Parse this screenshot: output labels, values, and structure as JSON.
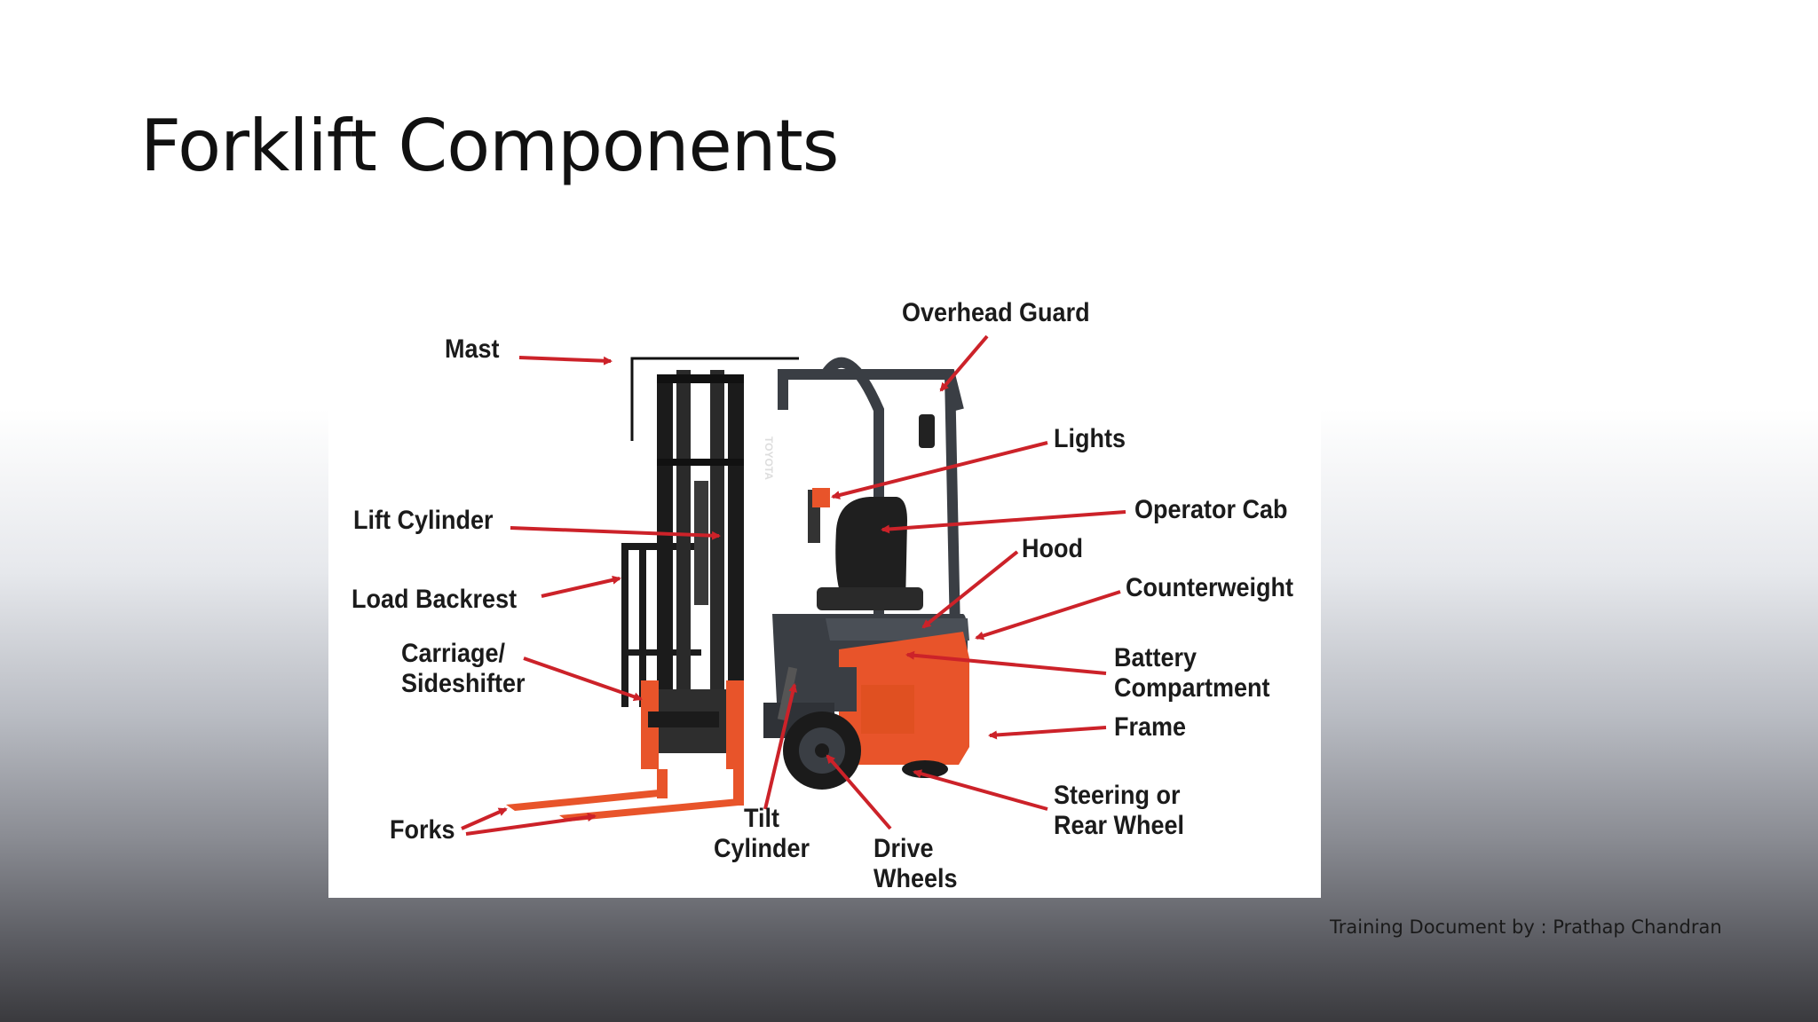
{
  "slide": {
    "title": "Forklift Components",
    "footer": "Training Document by : Prathap Chandran"
  },
  "diagram": {
    "labels": {
      "mast": "Mast",
      "overhead_guard": "Overhead Guard",
      "lights": "Lights",
      "lift_cylinder": "Lift Cylinder",
      "operator_cab": "Operator Cab",
      "hood": "Hood",
      "load_backrest": "Load Backrest",
      "counterweight": "Counterweight",
      "carriage_sideshifter": "Carriage/\nSideshifter",
      "battery_compartment": "Battery\nCompartment",
      "frame": "Frame",
      "steering_rear_wheel": "Steering or\nRear Wheel",
      "forks": "Forks",
      "tilt_cylinder": "Tilt\nCylinder",
      "drive_wheels": "Drive\nWheels"
    },
    "mast_brand_text": "TOYOTA",
    "colors": {
      "arrow": "#cc2229",
      "forklift_orange": "#e8542a",
      "forklift_body": "#3a3e44",
      "mast_black": "#1b1b1b",
      "label_text": "#1b1b1b"
    },
    "icons": [
      "forklift-illustration",
      "callout-arrow"
    ]
  }
}
